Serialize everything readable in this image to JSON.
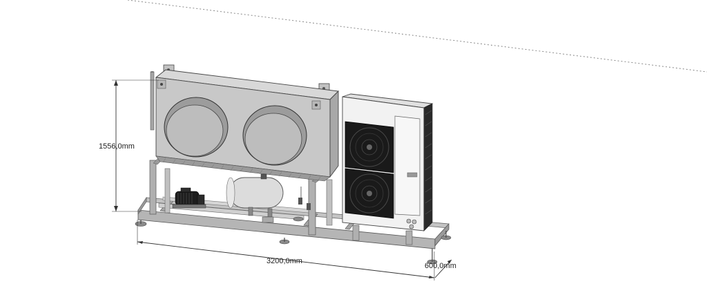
{
  "dimensions": {
    "height_label": "1556,0mm",
    "length_label": "3200,0mm",
    "depth_label": "600,0mm"
  },
  "colors": {
    "background": "#ffffff",
    "steel": "#b9b9b9",
    "steel_dark": "#7e7e7e",
    "housing": "#c9c9c9",
    "housing_dark": "#9c9c9c",
    "outdoor_unit": "#f1f1f1",
    "fan_grille": "#1c1c1c",
    "dimension_line": "#333333",
    "axis_dotted": "#888888"
  }
}
